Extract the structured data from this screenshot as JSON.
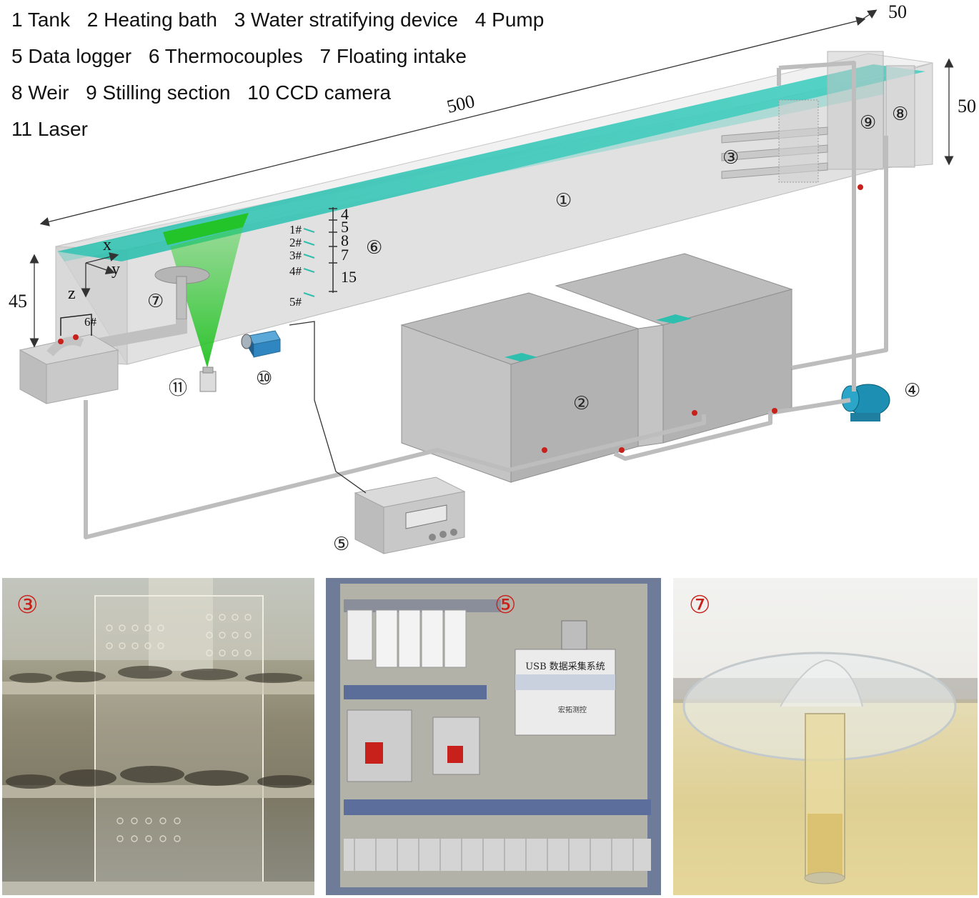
{
  "legend": {
    "rows": [
      [
        "1 Tank",
        "2 Heating bath",
        "3 Water stratifying device",
        "4 Pump"
      ],
      [
        "5 Data logger",
        "6 Thermocouples",
        "7 Floating intake"
      ],
      [
        "8 Weir",
        "9 Stilling section",
        "10 CCD camera"
      ],
      [
        "11 Laser"
      ]
    ]
  },
  "dimensions": {
    "length": "500",
    "width": "50",
    "height": "50",
    "depth": "45"
  },
  "axes": {
    "x": "x",
    "y": "y",
    "z": "z"
  },
  "callouts": {
    "tank": "①",
    "heating_bath": "②",
    "stratifier": "③",
    "pump": "④",
    "logger": "⑤",
    "thermocouples": "⑥",
    "intake": "⑦",
    "weir": "⑧",
    "stilling": "⑨",
    "camera": "⑩",
    "laser": "⑪"
  },
  "thermocouples": {
    "labels": [
      "1#",
      "2#",
      "3#",
      "4#",
      "5#"
    ],
    "outlet_label": "6#",
    "spacings": [
      "4",
      "5",
      "8",
      "7",
      "15"
    ]
  },
  "photos": [
    {
      "label": "③"
    },
    {
      "label": "⑤",
      "device_text": "USB 数据采集系统",
      "brand_text": "宏拓测控"
    },
    {
      "label": "⑦"
    }
  ],
  "colors": {
    "water": "#2fbfae",
    "laser_sheet": "#3bd13b",
    "pipe": "#bdbdbd",
    "box_front": "#c8c8c8",
    "box_side": "#aeaeae",
    "marker_red": "#c8201a"
  }
}
